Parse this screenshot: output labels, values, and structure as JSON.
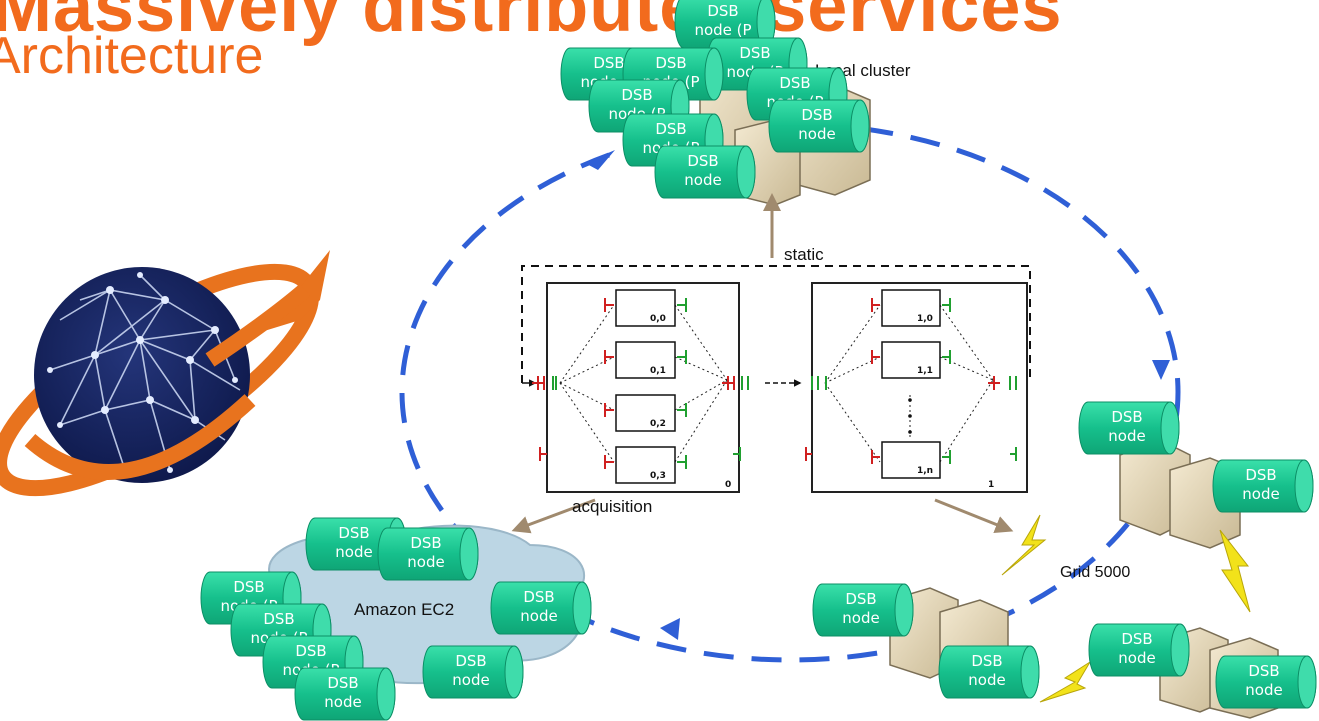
{
  "header": {
    "title_line1": "Massively distributed services",
    "title_line2": "Architecture"
  },
  "diagram": {
    "labels": {
      "local_cluster": "Local cluster",
      "static": "static",
      "acquisition": "acquisition",
      "amazon": "Amazon EC2",
      "grid": "Grid 5000"
    },
    "node_line1": "DSB",
    "node_line2": "node",
    "node_line2_partial": "node (P",
    "stages": [
      {
        "id": "0",
        "cells": [
          "0,0",
          "0,1",
          "0,2",
          "0,3"
        ]
      },
      {
        "id": "1",
        "cells": [
          "1,0",
          "1,1",
          "1,n"
        ]
      }
    ]
  },
  "colors": {
    "accent": "#f26b1d",
    "node": "#16c08c",
    "dashed_path": "#2f5fd6",
    "arrow_brown": "#a08a6e",
    "cloud": "#bcd6e4"
  }
}
